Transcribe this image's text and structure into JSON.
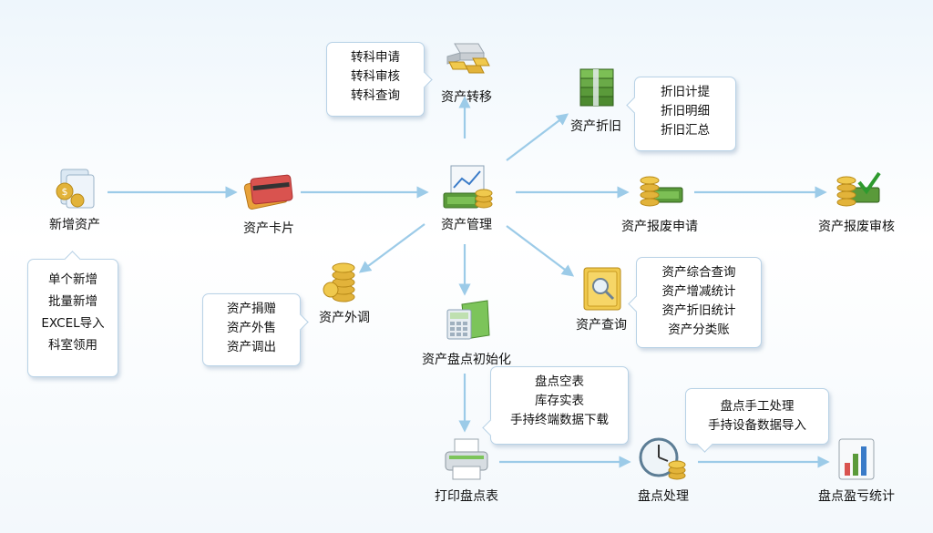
{
  "nodes": {
    "new_asset": "新增资产",
    "asset_card": "资产卡片",
    "asset_mgmt": "资产管理",
    "asset_transfer": "资产转移",
    "depreciation": "资产折旧",
    "scrap_apply": "资产报废申请",
    "scrap_review": "资产报废审核",
    "asset_out": "资产外调",
    "inventory_init": "资产盘点初始化",
    "asset_query": "资产查询",
    "print_inventory": "打印盘点表",
    "inventory_process": "盘点处理",
    "profit_loss": "盘点盈亏统计"
  },
  "callouts": {
    "transfer": [
      "转科申请",
      "转科审核",
      "转科查询"
    ],
    "depreciation": [
      "折旧计提",
      "折旧明细",
      "折旧汇总"
    ],
    "new_asset": [
      "单个新增",
      "批量新增",
      "EXCEL导入",
      "科室领用"
    ],
    "asset_out": [
      "资产捐赠",
      "资产外售",
      "资产调出"
    ],
    "query": [
      "资产综合查询",
      "资产增减统计",
      "资产折旧统计",
      "资产分类账"
    ],
    "inventory": [
      "盘点空表",
      "库存实表",
      "手持终端数据下载"
    ],
    "process": [
      "盘点手工处理",
      "手持设备数据导入"
    ]
  },
  "colors": {
    "arrow": "#9ccbe8",
    "border": "#b8d2e6",
    "money_green": "#5a9a3a",
    "gold": "#e2b33a"
  }
}
